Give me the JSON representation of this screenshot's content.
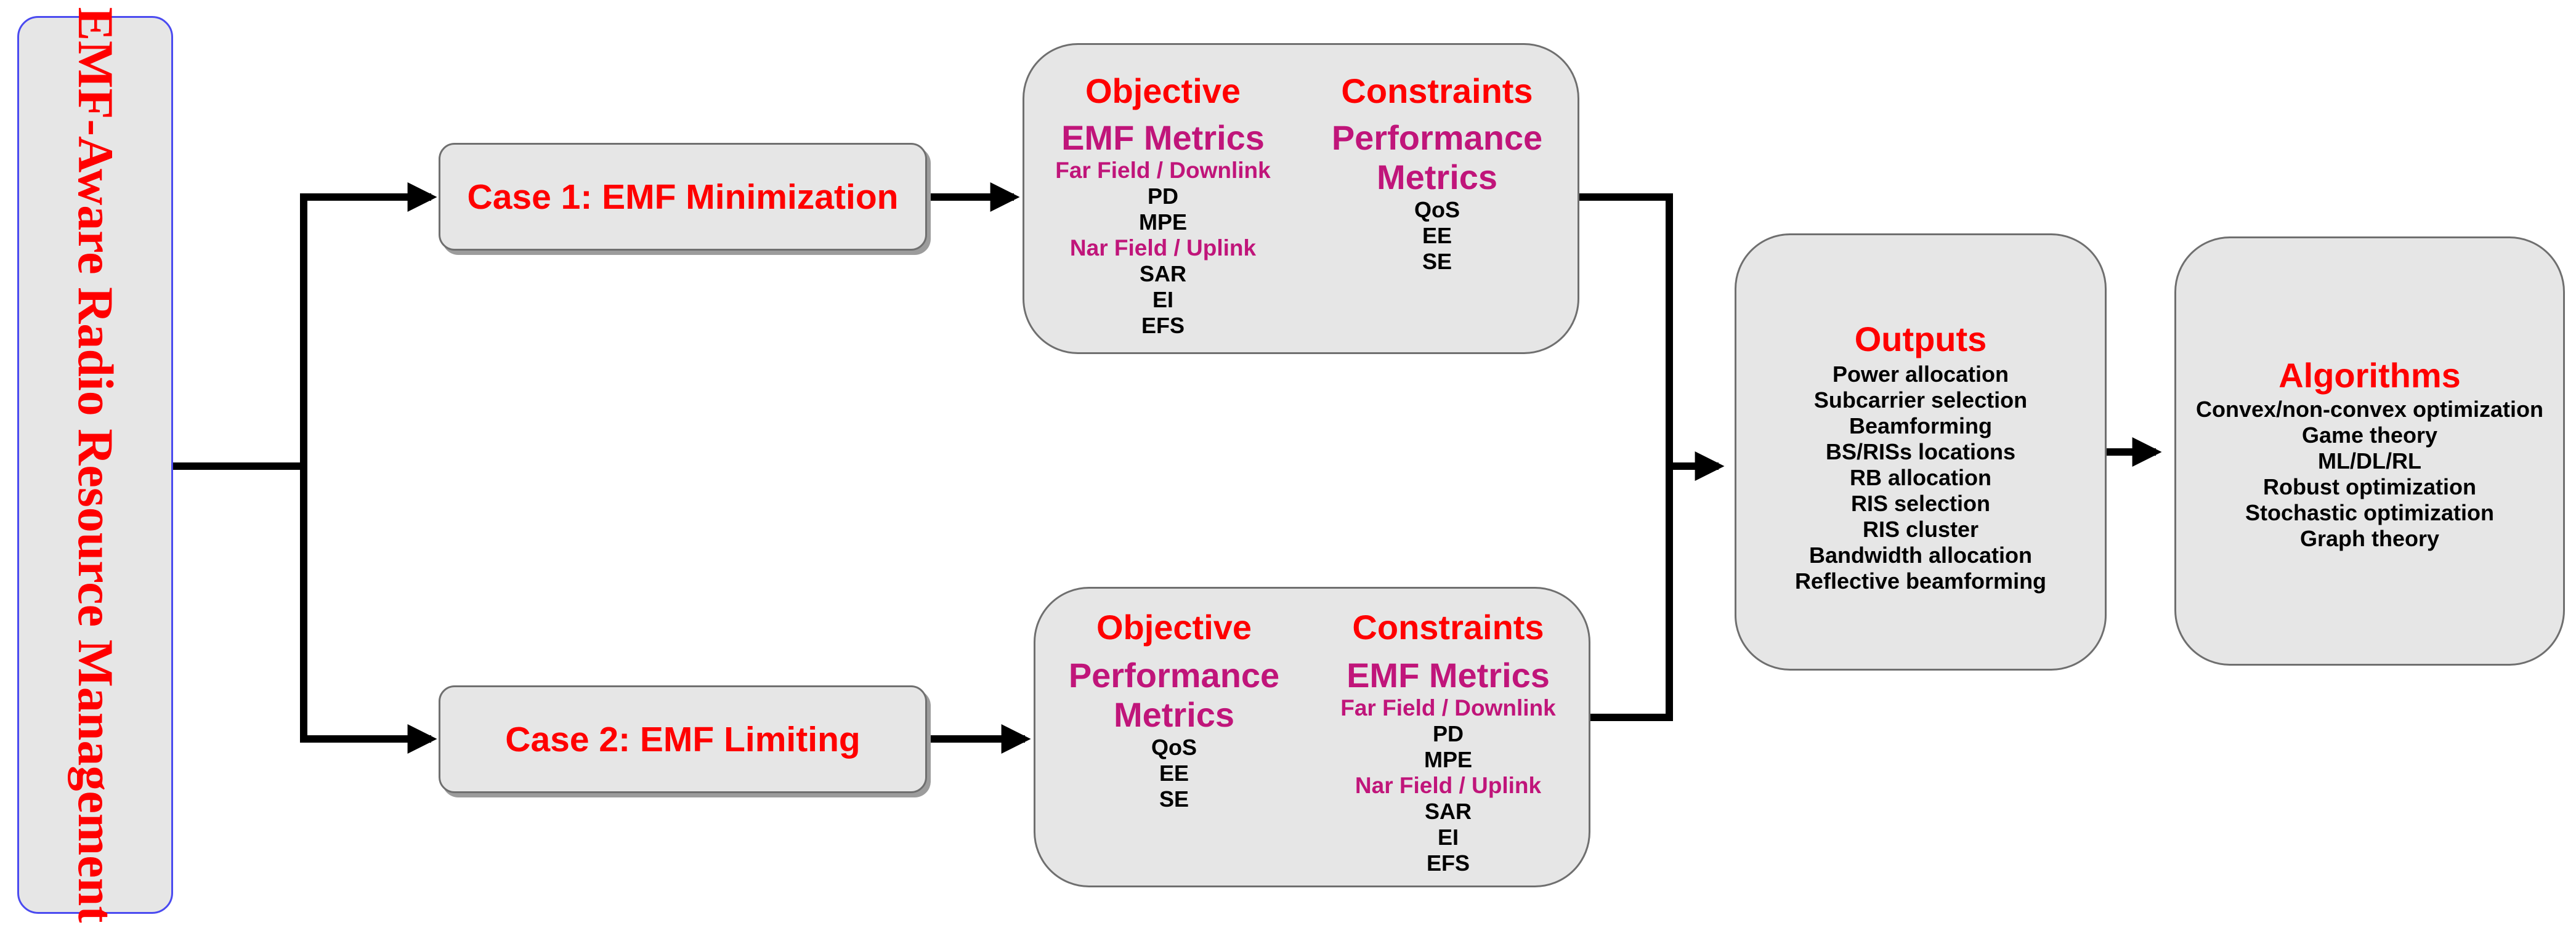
{
  "title": "EMF-Aware Radio Resource Management",
  "cases": [
    {
      "label": "Case 1: EMF Minimization"
    },
    {
      "label": "Case 2: EMF Limiting"
    }
  ],
  "case1": {
    "objective_header": "Objective",
    "constraints_header": "Constraints",
    "objective": {
      "title": "EMF Metrics",
      "far_label": "Far Field / Downlink",
      "far_items": [
        "PD",
        "MPE"
      ],
      "near_label": "Nar Field / Uplink",
      "near_items": [
        "SAR",
        "EI",
        "EFS"
      ]
    },
    "constraints": {
      "title_line1": "Performance",
      "title_line2": "Metrics",
      "items": [
        "QoS",
        "EE",
        "SE"
      ]
    }
  },
  "case2": {
    "objective_header": "Objective",
    "constraints_header": "Constraints",
    "objective": {
      "title_line1": "Performance",
      "title_line2": "Metrics",
      "items": [
        "QoS",
        "EE",
        "SE"
      ]
    },
    "constraints": {
      "title": "EMF Metrics",
      "far_label": "Far Field / Downlink",
      "far_items": [
        "PD",
        "MPE"
      ],
      "near_label": "Nar Field / Uplink",
      "near_items": [
        "SAR",
        "EI",
        "EFS"
      ]
    }
  },
  "outputs": {
    "title": "Outputs",
    "items": [
      "Power allocation",
      "Subcarrier selection",
      "Beamforming",
      "BS/RISs locations",
      "RB allocation",
      "RIS selection",
      "RIS cluster",
      "Bandwidth allocation",
      "Reflective beamforming"
    ]
  },
  "algorithms": {
    "title": "Algorithms",
    "items": [
      "Convex/non-convex optimization",
      "Game theory",
      "ML/DL/RL",
      "Robust optimization",
      "Stochastic optimization",
      "Graph theory"
    ]
  },
  "colors": {
    "title": "#ff0000",
    "header": "#ff0000",
    "metric": "#c0157a",
    "text": "#000000",
    "box_fill": "#e6e6e6",
    "title_border": "#4a4af0"
  }
}
